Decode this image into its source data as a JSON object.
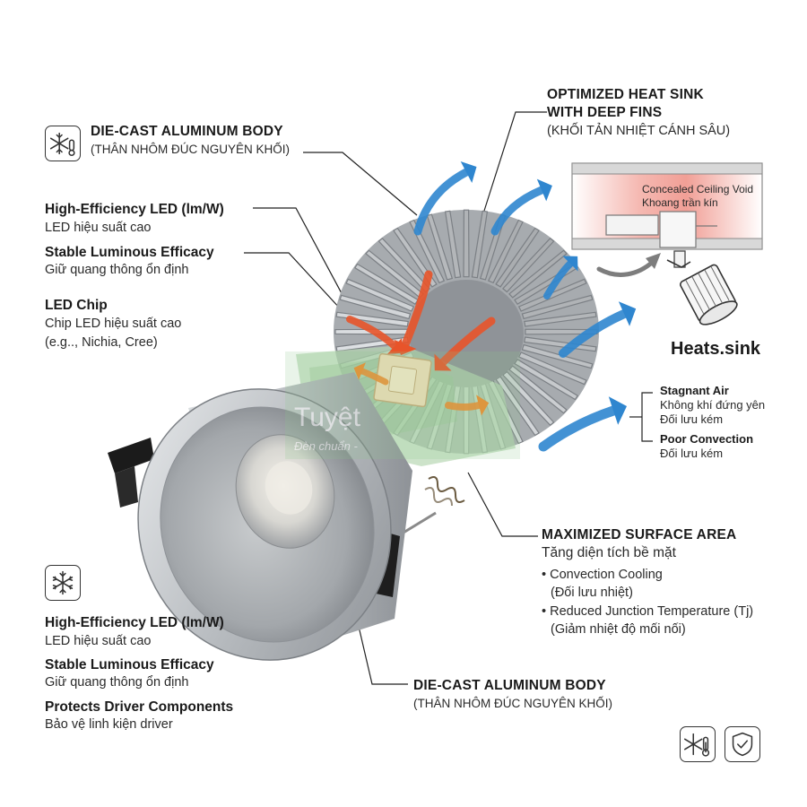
{
  "labels": {
    "body_top": {
      "title": "DIE-CAST ALUMINUM BODY",
      "sub": "(THÂN NHÔM ĐÚC NGUYÊN KHỐI)"
    },
    "led_top": {
      "title": "High-Efficiency LED (lm/W)",
      "sub": "LED hiệu suất cao"
    },
    "efficacy_top": {
      "title": "Stable Luminous Efficacy",
      "sub": "Giữ quang thông ổn định"
    },
    "chip": {
      "title": "LED Chip",
      "sub1": "Chip LED hiệu suất cao",
      "sub2": "(e.g.., Nichia, Cree)"
    },
    "heatsink": {
      "title1": "OPTIMIZED HEAT SINK",
      "title2": "WITH DEEP FINS",
      "sub": "(KHỐI TẢN NHIỆT CÁNH SÂU)"
    },
    "ceiling": {
      "line1": "Concealed Ceiling Void",
      "line2": "Khoang trần kín"
    },
    "heats_sink": "Heats.sink",
    "stagnant": {
      "title": "Stagnant Air",
      "sub1": "Không khí đứng yên",
      "sub2": "Đối lưu kém"
    },
    "poor": {
      "title": "Poor Convection",
      "sub": "Đối lưu kém"
    },
    "surface": {
      "title": "MAXIMIZED SURFACE AREA",
      "sub": "Tăng diện tích bề mặt",
      "b1": "• Convection Cooling",
      "b1s": "(Đối lưu nhiệt)",
      "b2": "• Reduced Junction Temperature (Tj)",
      "b2s": "(Giảm nhiệt độ mối nối)"
    },
    "led_bottom": {
      "title": "High-Efficiency LED (lm/W)",
      "sub": "LED hiệu suất cao"
    },
    "efficacy_bottom": {
      "title": "Stable Luminous Efficacy",
      "sub": "Giữ quang thông ổn định"
    },
    "driver": {
      "title": "Protects Driver Components",
      "sub": "Bảo vệ linh kiện driver"
    },
    "body_bottom": {
      "title": "DIE-CAST ALUMINUM BODY",
      "sub": "(THÂN NHÔM ĐÚC NGUYÊN KHỐI)"
    }
  },
  "watermark": {
    "line1": "Tuyệt",
    "line2": "Đèn chuẩn -"
  },
  "icons": [
    "snowflake-thermometer-icon",
    "snowflake-icon",
    "snowflake-thermometer-icon",
    "shield-check-icon"
  ],
  "colors": {
    "cool_arrow": "#2f86cf",
    "hot_arrow": "#e8542a",
    "warm_arrow": "#f08a2c",
    "aluminum": "#c4c8cc",
    "ceiling_heat": "#f2a9a3",
    "watermark": "#4caf50"
  }
}
